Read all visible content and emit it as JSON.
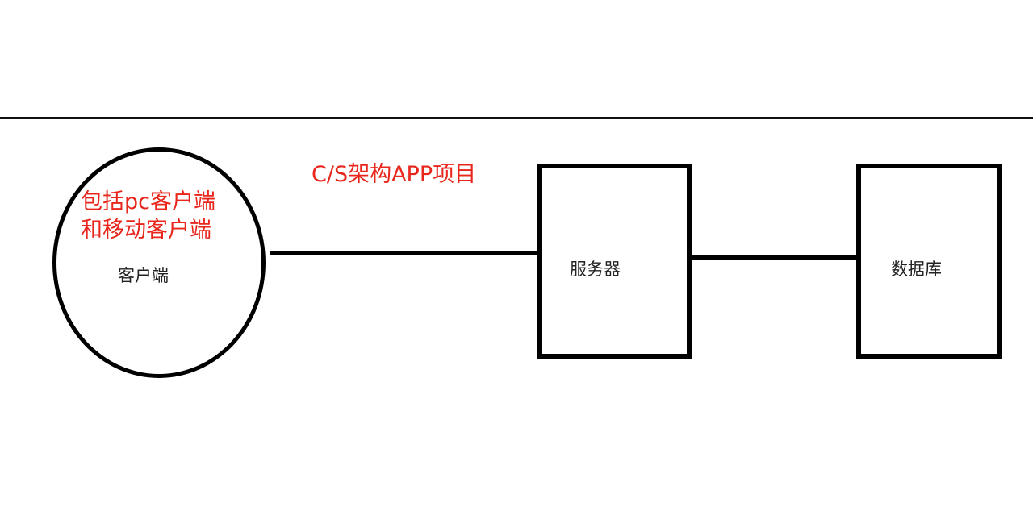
{
  "diagram": {
    "title_annotation": "C/S架构APP项目",
    "client": {
      "label": "客户端",
      "shape": "ellipse",
      "annotation_lines": [
        "包括pc客户端",
        "和移动客户端"
      ]
    },
    "server": {
      "label": "服务器",
      "shape": "rectangle"
    },
    "database": {
      "label": "数据库",
      "shape": "rectangle"
    },
    "edges": [
      {
        "from": "客户端",
        "to": "服务器"
      },
      {
        "from": "服务器",
        "to": "数据库"
      }
    ],
    "colors": {
      "annotation": "#e8261c",
      "stroke": "#000000",
      "label": "#222222"
    }
  }
}
